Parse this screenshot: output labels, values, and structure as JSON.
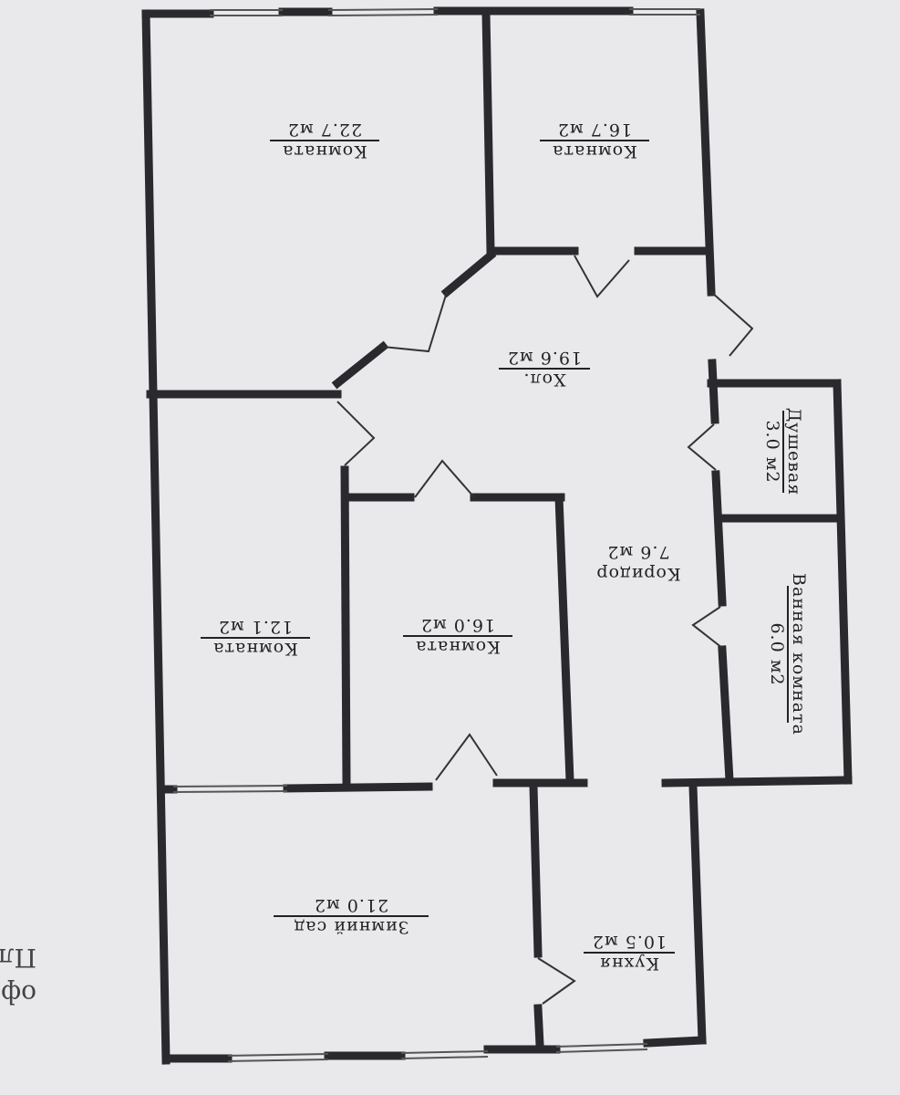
{
  "rooms": [
    {
      "id": "room-1",
      "name": "Комната",
      "area": "22.7 м2"
    },
    {
      "id": "room-2",
      "name": "Комната",
      "area": "16.7 м2"
    },
    {
      "id": "hall",
      "name": "Хол.",
      "area": "19.6 м2"
    },
    {
      "id": "shower",
      "name": "Душевая",
      "area": "3.0 м2"
    },
    {
      "id": "bathroom",
      "name": "Ванная комната",
      "area": "6.0 м2"
    },
    {
      "id": "corridor",
      "name": "Коридор",
      "area": "7.6 м2"
    },
    {
      "id": "room-3",
      "name": "Комната",
      "area": "16.0 м2"
    },
    {
      "id": "room-4",
      "name": "Комната",
      "area": "12.1 м2"
    },
    {
      "id": "winter-garden",
      "name": "Зимний сад",
      "area": "21.0 м2"
    },
    {
      "id": "kitchen",
      "name": "Кухня",
      "area": "10.5 м2"
    }
  ],
  "edge_text": {
    "line1": "Пл",
    "line2": "оф"
  }
}
